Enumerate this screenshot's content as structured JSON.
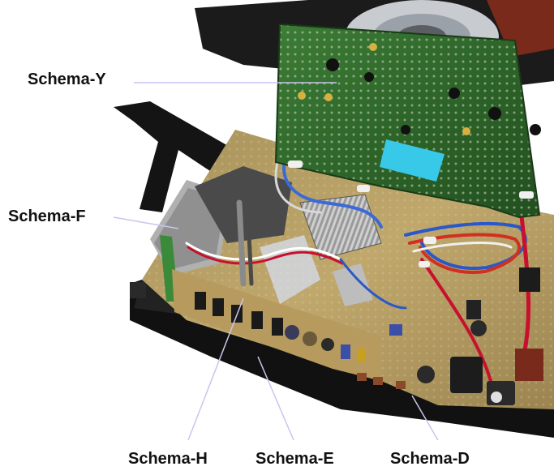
{
  "callouts": {
    "schema_y": "Schema-Y",
    "schema_f": "Schema-F",
    "schema_h": "Schema-H",
    "schema_e": "Schema-E",
    "schema_d": "Schema-D"
  },
  "colors": {
    "leader_line": "#c9c5ee",
    "label_text": "#111111",
    "pcb_green": "#2e6b2c",
    "chassis_black": "#161616",
    "mainboard_tan": "#b8a060",
    "sticker_cyan": "#38c8e8"
  }
}
